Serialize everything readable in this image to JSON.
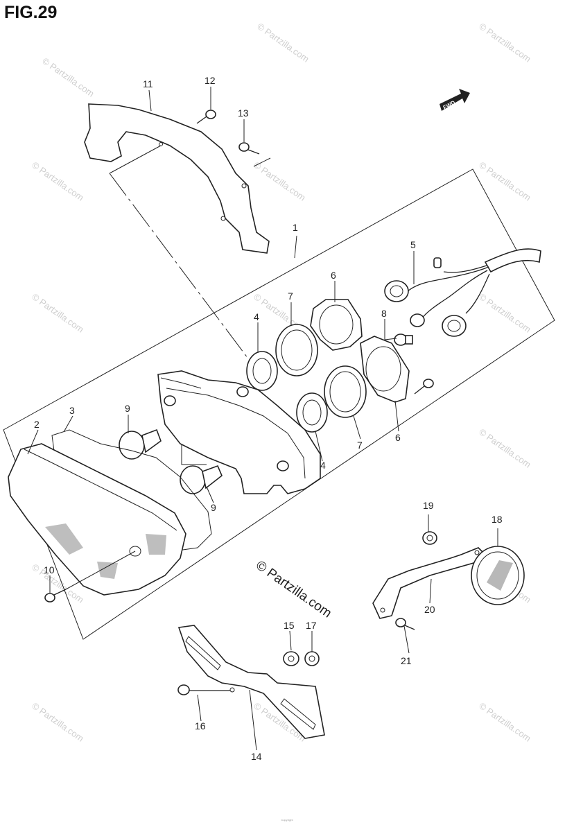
{
  "figure_title": "FIG.29",
  "direction_badge": "FWD",
  "watermark_text": "© Partzilla.com",
  "watermark_color": "#cfcfcf",
  "callouts": {
    "c1": "1",
    "c2": "2",
    "c3": "3",
    "c4a": "4",
    "c4b": "4",
    "c5": "5",
    "c6a": "6",
    "c6b": "6",
    "c7a": "7",
    "c7b": "7",
    "c8": "8",
    "c9a": "9",
    "c9b": "9",
    "c10": "10",
    "c11": "11",
    "c12": "12",
    "c13": "13",
    "c14": "14",
    "c15": "15",
    "c16": "16",
    "c17": "17",
    "c18": "18",
    "c19": "19",
    "c20": "20",
    "c21": "21"
  },
  "footer_text": "Copyright"
}
